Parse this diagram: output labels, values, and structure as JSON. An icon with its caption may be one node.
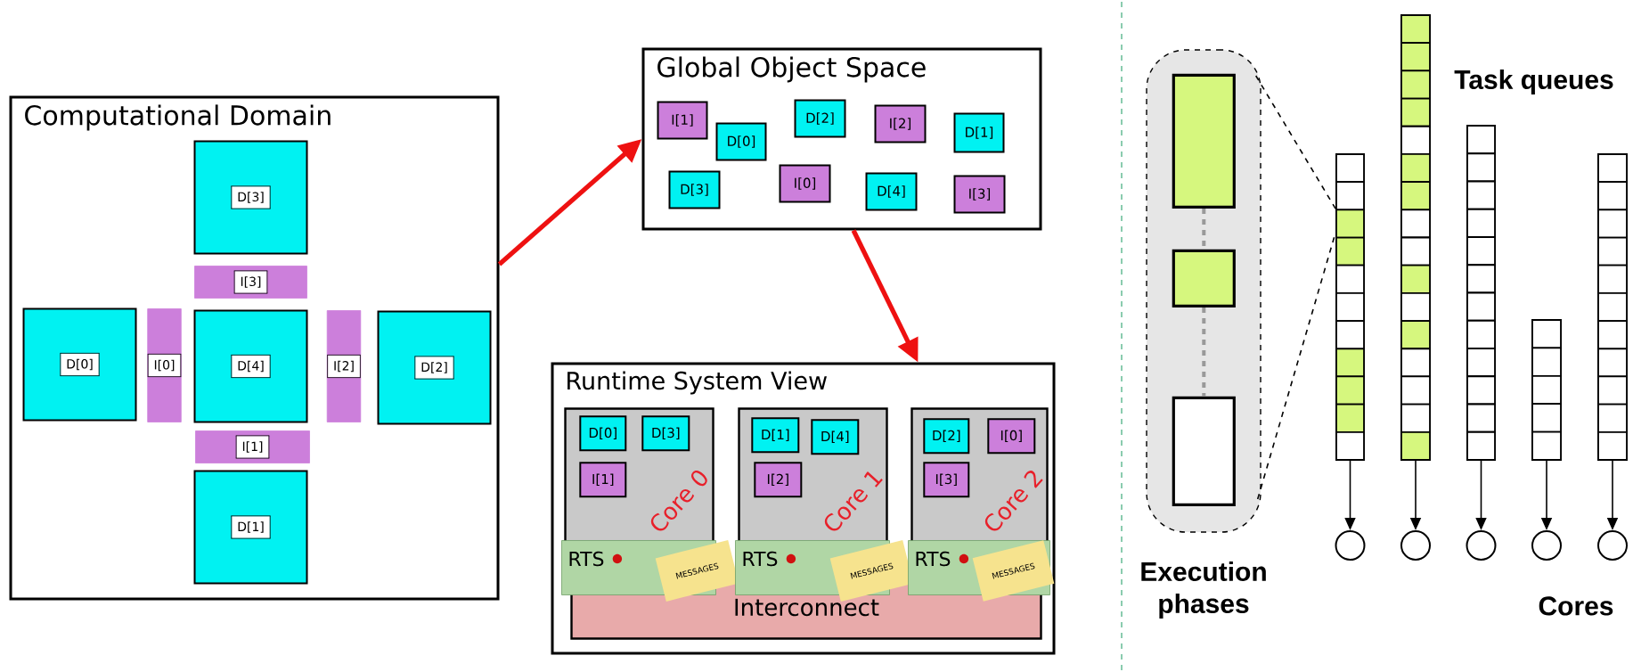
{
  "diagram": {
    "nodes": [
      {
        "text": [
          "Computational Domain"
        ]
      },
      {
        "text": [
          "D[3]"
        ],
        "in": 0
      },
      {
        "text": [
          "I[3]"
        ],
        "in": 0
      },
      {
        "text": [
          "D[0]"
        ],
        "in": 0
      },
      {
        "text": [
          "I[0]"
        ],
        "in": 0
      },
      {
        "text": [
          "D[4]"
        ],
        "in": 0
      },
      {
        "text": [
          "I[2]"
        ],
        "in": 0
      },
      {
        "text": [
          "D[2]"
        ],
        "in": 0
      },
      {
        "text": [
          "I[1]"
        ],
        "in": 0
      },
      {
        "text": [
          "D[1]"
        ],
        "in": 0
      },
      {
        "text": [
          "Global Object Space"
        ]
      },
      {
        "text": [
          "I[1]"
        ],
        "in": 10
      },
      {
        "text": [
          "D[0]"
        ],
        "in": 10
      },
      {
        "text": [
          "D[2]"
        ],
        "in": 10
      },
      {
        "text": [
          "I[2]"
        ],
        "in": 10
      },
      {
        "text": [
          "D[1]"
        ],
        "in": 10
      },
      {
        "text": [
          "D[3]"
        ],
        "in": 10
      },
      {
        "text": [
          "I[0]"
        ],
        "in": 10
      },
      {
        "text": [
          "D[4]"
        ],
        "in": 10
      },
      {
        "text": [
          "I[3]"
        ],
        "in": 10
      },
      {
        "text": [
          "Runtime System View"
        ]
      },
      {
        "text": [
          "Core 0"
        ],
        "in": 20
      },
      {
        "text": [
          "D[0]"
        ],
        "in": 21
      },
      {
        "text": [
          "D[3]"
        ],
        "in": 21
      },
      {
        "text": [
          "I[1]"
        ],
        "in": 21
      },
      {
        "text": [
          "Core 1"
        ],
        "in": 20
      },
      {
        "text": [
          "D[1]"
        ],
        "in": 25
      },
      {
        "text": [
          "D[4]"
        ],
        "in": 25
      },
      {
        "text": [
          "I[2]"
        ],
        "in": 25
      },
      {
        "text": [
          "Core 2"
        ],
        "in": 20
      },
      {
        "text": [
          "D[2]"
        ],
        "in": 29
      },
      {
        "text": [
          "I[0]"
        ],
        "in": 29
      },
      {
        "text": [
          "I[3]"
        ],
        "in": 29
      },
      {
        "text": [
          "RTS"
        ],
        "in": 20
      },
      {
        "text": [
          "MESSAGES"
        ],
        "in": 20
      },
      {
        "text": [
          "RTS"
        ],
        "in": 20
      },
      {
        "text": [
          "MESSAGES"
        ],
        "in": 20
      },
      {
        "text": [
          "RTS"
        ],
        "in": 20
      },
      {
        "text": [
          "MESSAGES"
        ],
        "in": 20
      },
      {
        "text": [
          "Interconnect"
        ],
        "in": 20
      },
      {
        "text": [
          "Execution phases"
        ]
      },
      {
        "text": [],
        "shape": "box",
        "in": 40
      },
      {
        "text": [],
        "shape": "box",
        "in": 40
      },
      {
        "text": [],
        "shape": "box",
        "in": 40
      },
      {
        "text": [],
        "shape": "bar"
      },
      {
        "text": [],
        "shape": "bar"
      },
      {
        "text": [],
        "shape": "bar"
      },
      {
        "text": [],
        "shape": "bar"
      },
      {
        "text": [],
        "shape": "bar"
      },
      {
        "text": [],
        "shape": "circle"
      },
      {
        "text": [],
        "shape": "circle"
      },
      {
        "text": [],
        "shape": "circle"
      },
      {
        "text": [],
        "shape": "circle"
      },
      {
        "text": [],
        "shape": "circle"
      }
    ],
    "edges": [
      {
        "from": 0,
        "to": 10,
        "arrow": "to",
        "style": "thick",
        "color": "#ee1111"
      },
      {
        "from": 10,
        "to": 20,
        "arrow": "to",
        "style": "thick",
        "color": "#ee1111"
      },
      {
        "from": 41,
        "to": 42,
        "arrow": "none",
        "style": "dashed",
        "color": "#999999"
      },
      {
        "from": 42,
        "to": 43,
        "arrow": "none",
        "style": "dashed",
        "color": "#999999"
      },
      {
        "from": 40,
        "to": 44,
        "arrow": "none",
        "style": "dashed"
      },
      {
        "from": 40,
        "to": 44,
        "arrow": "none",
        "style": "dashed"
      },
      {
        "from": 44,
        "to": 49,
        "arrow": "to"
      },
      {
        "from": 45,
        "to": 50,
        "arrow": "to"
      },
      {
        "from": 46,
        "to": 51,
        "arrow": "to"
      },
      {
        "from": 47,
        "to": 52,
        "arrow": "to"
      },
      {
        "from": 48,
        "to": 53,
        "arrow": "to"
      }
    ],
    "labels": [
      "Task queues",
      "Cores"
    ]
  }
}
